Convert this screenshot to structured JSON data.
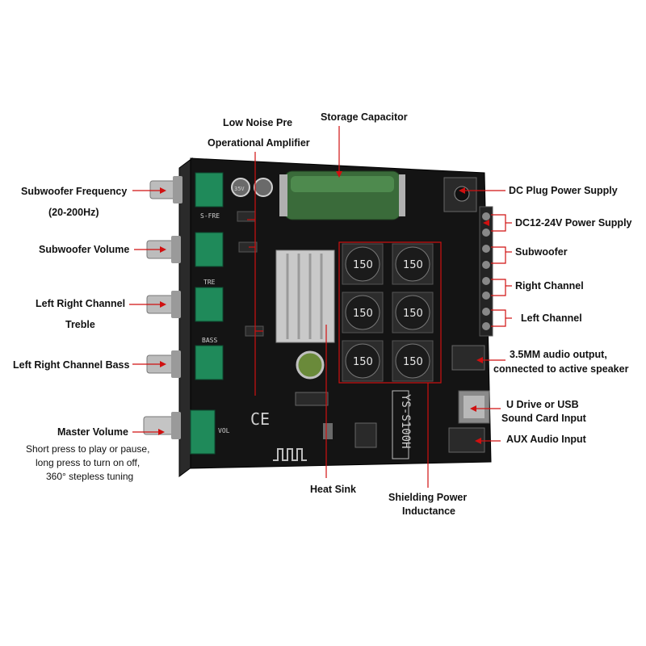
{
  "labels": {
    "low_noise_line1": "Low Noise Pre",
    "low_noise_line2": "Operational Amplifier",
    "storage_capacitor": "Storage Capacitor",
    "sub_freq_line1": "Subwoofer Frequency",
    "sub_freq_line2": "(20-200Hz)",
    "sub_volume": "Subwoofer Volume",
    "treble_line1": "Left Right Channel",
    "treble_line2": "Treble",
    "bass": "Left Right Channel Bass",
    "master_volume": "Master Volume",
    "master_desc_1": "Short press to play or pause,",
    "master_desc_2": "long press to turn on off,",
    "master_desc_3": "360° stepless tuning",
    "heat_sink": "Heat Sink",
    "shielding_line1": "Shielding Power",
    "shielding_line2": "Inductance",
    "dc_plug": "DC Plug Power Supply",
    "dc_power": "DC12-24V Power Supply",
    "subwoofer": "Subwoofer",
    "right_channel": "Right Channel",
    "left_channel": "Left Channel",
    "audio_out_line1": "3.5MM audio output,",
    "audio_out_line2": "connected to active speaker",
    "usb_line1": "U Drive or USB",
    "usb_line2": "Sound Card Input",
    "aux_input": "AUX Audio Input"
  },
  "board": {
    "model": "YS-S100H",
    "inductor_marking": "150",
    "silk_sfre": "S-FRE",
    "silk_tre": "TRE",
    "silk_bass": "BASS",
    "silk_vol": "VOL",
    "silk_ce": "CE",
    "cap_marking": "35V"
  },
  "colors": {
    "pcb": "#141414",
    "pot": "#1f8a5a",
    "callout": "#d01010",
    "capacitor": "#3a6b3a",
    "heatsink": "#c9c9c9"
  }
}
